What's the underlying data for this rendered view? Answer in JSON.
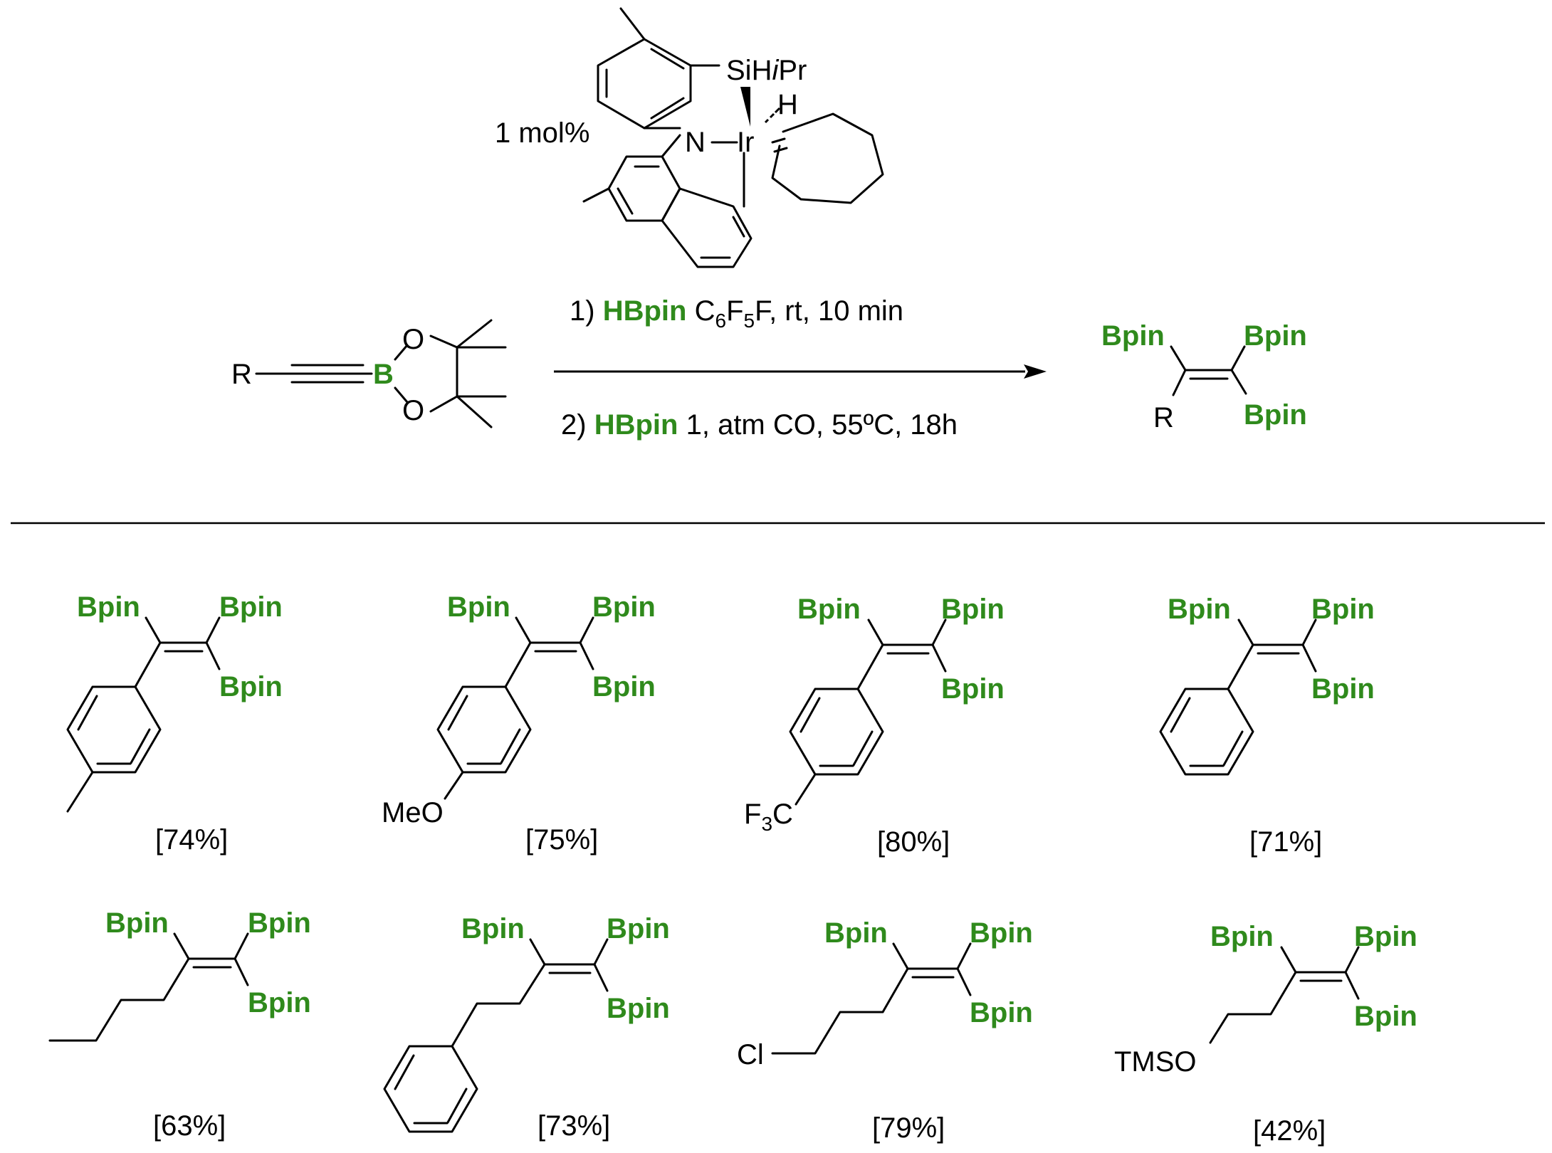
{
  "colors": {
    "boron_green": "#2f8a1c",
    "text": "#000000"
  },
  "catalyst": {
    "loading": "1 mol%",
    "atom_si": "SiH",
    "atom_si_suffix_i": "i",
    "atom_si_suffix_pr": "Pr",
    "atom_h": "H",
    "atom_n": "N",
    "atom_ir": "Ir"
  },
  "reagent": {
    "r": "R",
    "boron": "B",
    "oxygen": "O"
  },
  "conditions": {
    "step1_num": "1)",
    "step1_reagent": "HBpin",
    "step1_solvent_a": "C",
    "step1_sub6": "6",
    "step1_solvent_b": "F",
    "step1_sub5": "5",
    "step1_rest": "F, rt, 10 min",
    "step2_num": "2)",
    "step2_reagent": "HBpin",
    "step2_rest": "1, atm CO, 55ºC, 18h"
  },
  "product": {
    "group": "Bpin",
    "r": "R"
  },
  "substituents": {
    "meo": "MeO",
    "f3c_a": "F",
    "f3c_sub": "3",
    "f3c_b": "C",
    "cl": "Cl",
    "tmso": "TMSO"
  },
  "yields": [
    "[74%]",
    "[75%]",
    "[80%]",
    "[71%]",
    "[63%]",
    "[73%]",
    "[79%]",
    "[42%]"
  ]
}
